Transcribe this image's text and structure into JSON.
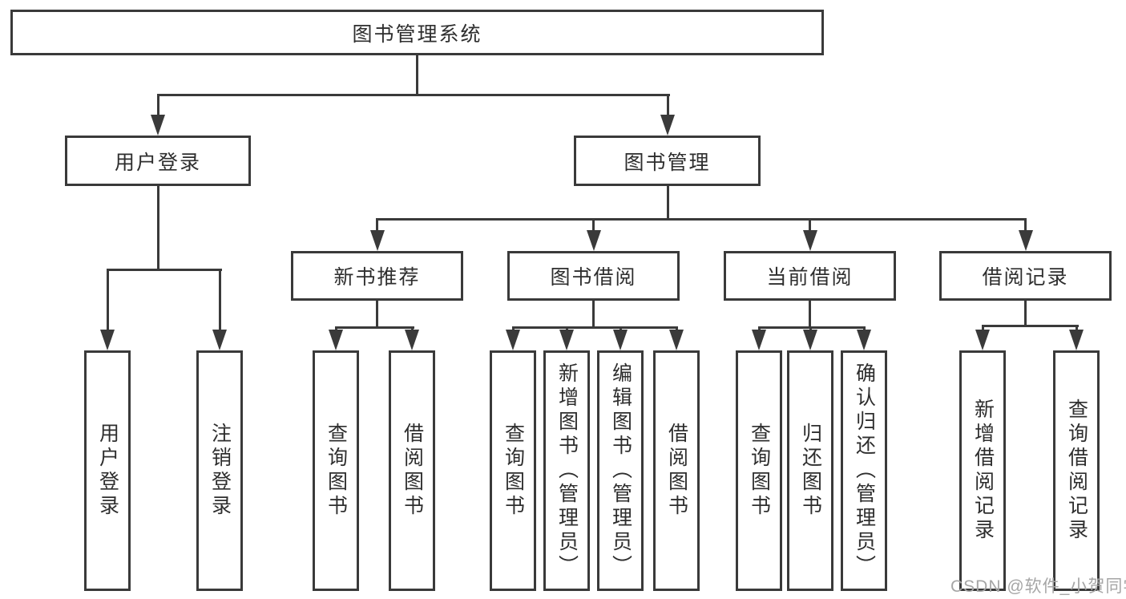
{
  "root": {
    "label": "图书管理系统"
  },
  "level2": {
    "user_login": {
      "label": "用户登录"
    },
    "book_management": {
      "label": "图书管理"
    }
  },
  "user_login_children": [
    "用户登录",
    "注销登录"
  ],
  "categories": [
    {
      "label": "新书推荐",
      "children": [
        "查询图书",
        "借阅图书"
      ]
    },
    {
      "label": "图书借阅",
      "children": [
        "查询图书",
        "新增图书（管理员）",
        "编辑图书（管理员）",
        "借阅图书"
      ]
    },
    {
      "label": "当前借阅",
      "children": [
        "查询图书",
        "归还图书",
        "确认归还（管理员）"
      ]
    },
    {
      "label": "借阅记录",
      "children": [
        "新增借阅记录",
        "查询借阅记录"
      ]
    }
  ],
  "watermark": "CSDN @软件_小贺同学",
  "colors": {
    "line": "#3a3a3a",
    "text": "#2e2e2e",
    "background": "#ffffff",
    "watermark": "#a6a6a6"
  }
}
